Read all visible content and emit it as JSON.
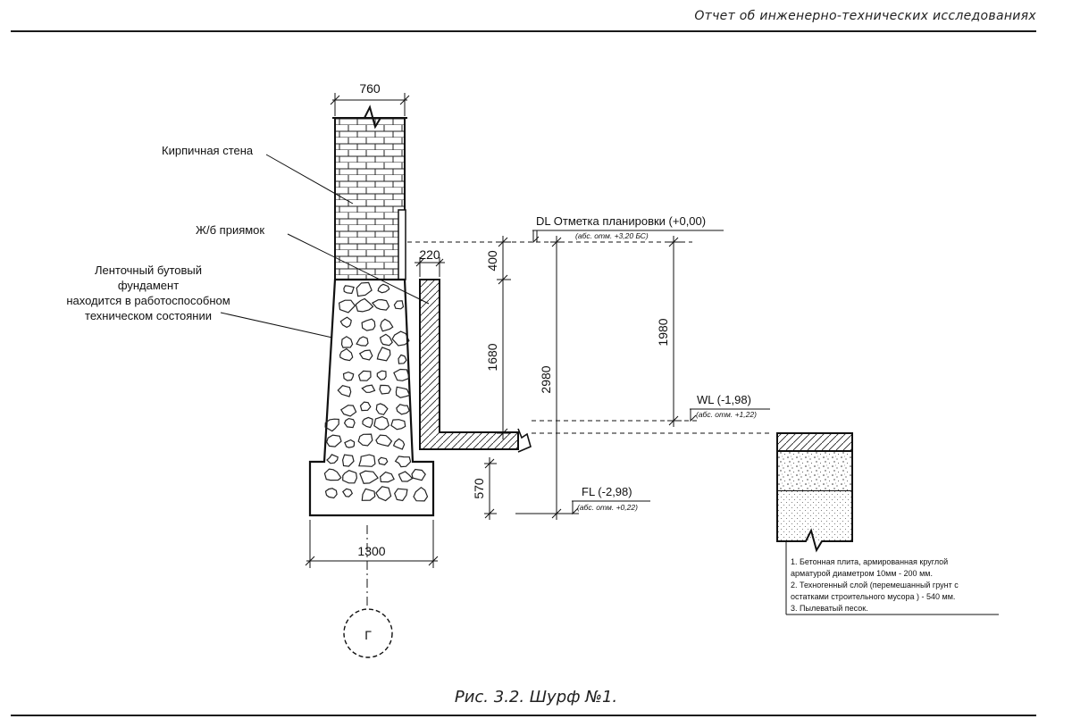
{
  "header": {
    "title": "Отчет об инженерно-технических исследованиях"
  },
  "caption": "Рис. 3.2. Шурф №1.",
  "labels": {
    "brick_wall": "Кирпичная стена",
    "pit": "Ж/б приямок",
    "foundation_line1": "Ленточный бутовый",
    "foundation_line2": "фундамент",
    "foundation_line3": "находится в работоспособном",
    "foundation_line4": "техническом состоянии"
  },
  "dimensions": {
    "wall_width": "760",
    "pit_wall": "220",
    "d400": "400",
    "d1680": "1680",
    "d2980": "2980",
    "d1980": "1980",
    "d570": "570",
    "footing_width": "1300"
  },
  "levels": {
    "dl_title": "DL Отметка планировки (+0,00)",
    "dl_abs": "(абс. отм. +3,20 БС)",
    "wl_title": "WL (-1,98)",
    "wl_abs": "(абс. отм. +1,22)",
    "fl_title": "FL (-2,98)",
    "fl_abs": "(абс. отм. +0,22)"
  },
  "axis_marker": "Г",
  "legend": [
    "1. Бетонная плита, армированная круглой",
    "арматурой диаметром 10мм - 200 мм.",
    "2. Техногенный слой (перемешанный грунт с",
    "остатками строительного мусора ) - 540 мм.",
    "3. Пылеватый песок."
  ]
}
